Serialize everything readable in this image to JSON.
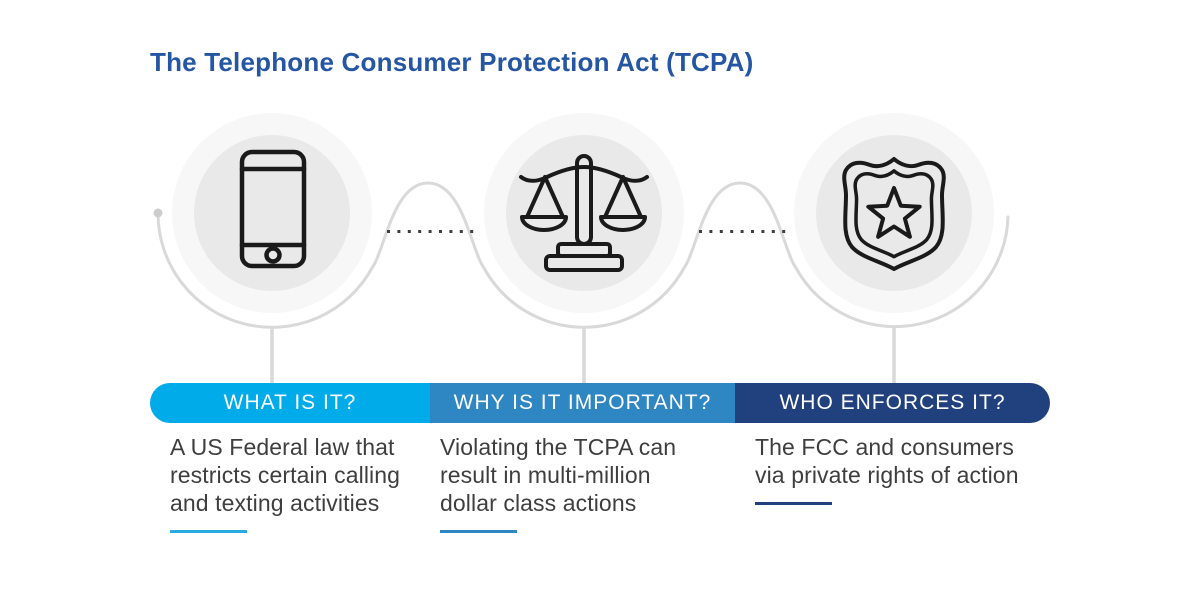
{
  "title": "The Telephone Consumer Protection Act (TCPA)",
  "title_color": "#2456A4",
  "title_style": "color:#2456A4",
  "connector_color": "#D9D9D9",
  "dot_color": "#3F3F3F",
  "circle_outer_color": "#F7F7F7",
  "circle_inner_color": "#E9E9E9",
  "icon_stroke_color": "#1A1A1A",
  "columns": [
    {
      "header": "WHAT IS IT?",
      "body": "A US Federal law that restricts certain calling and texting activities",
      "icon": "smartphone-icon",
      "bar_color": "#00ABEA",
      "accent_color": "#29ABE2",
      "bar_style": "background-color:#00ABEA",
      "underline_style": "background-color:#29ABE2"
    },
    {
      "header": "WHY IS IT IMPORTANT?",
      "body": "Violating the TCPA can result in multi-million dollar class actions",
      "icon": "scales-of-justice-icon",
      "bar_color": "#2E86C3",
      "accent_color": "#2E86C3",
      "bar_style": "background-color:#2E86C3",
      "underline_style": "background-color:#2E86C3"
    },
    {
      "header": "WHO ENFORCES IT?",
      "body": "The FCC and consumers via private rights of action",
      "icon": "police-badge-icon",
      "bar_color": "#21417E",
      "accent_color": "#21417E",
      "bar_style": "background-color:#21417E",
      "underline_style": "background-color:#21417E"
    }
  ]
}
